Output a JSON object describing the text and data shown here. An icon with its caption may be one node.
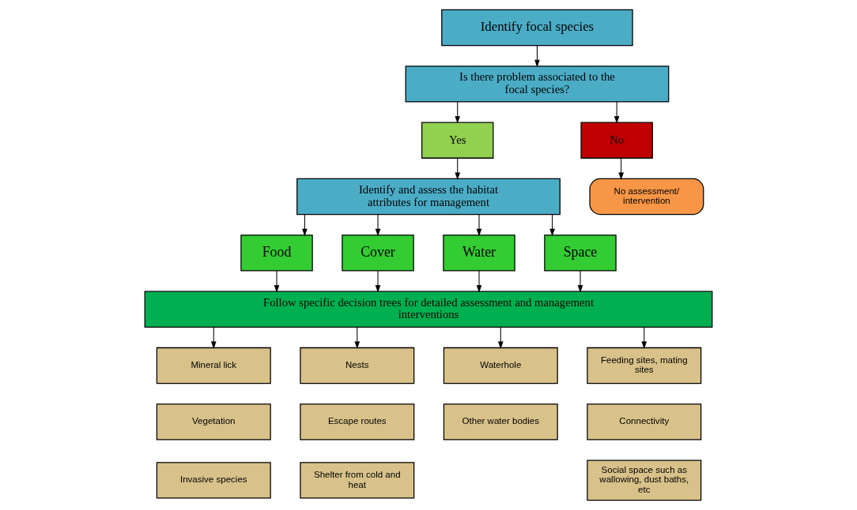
{
  "diagram": {
    "nodes": [
      {
        "text": [
          "Identify focal species"
        ]
      },
      {
        "text": [
          "Is there problem associated to the focal species?"
        ]
      },
      {
        "text": [
          "Yes"
        ]
      },
      {
        "text": [
          "No"
        ]
      },
      {
        "text": [
          "Identify and assess the habitat attributes for management"
        ]
      },
      {
        "text": [
          "No assessment/ intervention"
        ]
      },
      {
        "text": [
          "Food"
        ]
      },
      {
        "text": [
          "Cover"
        ]
      },
      {
        "text": [
          "Water"
        ]
      },
      {
        "text": [
          "Space"
        ]
      },
      {
        "text": [
          "Follow specific decision trees for detailed assessment and management interventions"
        ]
      },
      {
        "text": [
          "Mineral lick"
        ]
      },
      {
        "text": [
          "Nests"
        ]
      },
      {
        "text": [
          "Waterhole"
        ]
      },
      {
        "text": [
          "Feeding sites, mating sites"
        ]
      },
      {
        "text": [
          "Vegetation"
        ]
      },
      {
        "text": [
          "Escape routes"
        ]
      },
      {
        "text": [
          "Other water bodies"
        ]
      },
      {
        "text": [
          "Connectivity"
        ]
      },
      {
        "text": [
          "Invasive species"
        ]
      },
      {
        "text": [
          "Shelter from cold and heat"
        ]
      },
      {
        "text": [
          "Social space such as wallowing, dust baths, etc"
        ]
      }
    ],
    "edges": [
      {
        "from": 0,
        "to": 1,
        "arrow": "to"
      },
      {
        "from": 1,
        "to": 2,
        "arrow": "to"
      },
      {
        "from": 1,
        "to": 3,
        "arrow": "to"
      },
      {
        "from": 2,
        "to": 4,
        "arrow": "to"
      },
      {
        "from": 3,
        "to": 5,
        "arrow": "to"
      },
      {
        "from": 4,
        "to": 6,
        "arrow": "to"
      },
      {
        "from": 4,
        "to": 7,
        "arrow": "to"
      },
      {
        "from": 4,
        "to": 8,
        "arrow": "to"
      },
      {
        "from": 4,
        "to": 9,
        "arrow": "to"
      },
      {
        "from": 6,
        "to": 10,
        "arrow": "to"
      },
      {
        "from": 7,
        "to": 10,
        "arrow": "to"
      },
      {
        "from": 8,
        "to": 10,
        "arrow": "to"
      },
      {
        "from": 9,
        "to": 10,
        "arrow": "to"
      },
      {
        "from": 10,
        "to": 11,
        "arrow": "to"
      },
      {
        "from": 10,
        "to": 12,
        "arrow": "to"
      },
      {
        "from": 10,
        "to": 13,
        "arrow": "to"
      },
      {
        "from": 10,
        "to": 14,
        "arrow": "to"
      }
    ]
  }
}
